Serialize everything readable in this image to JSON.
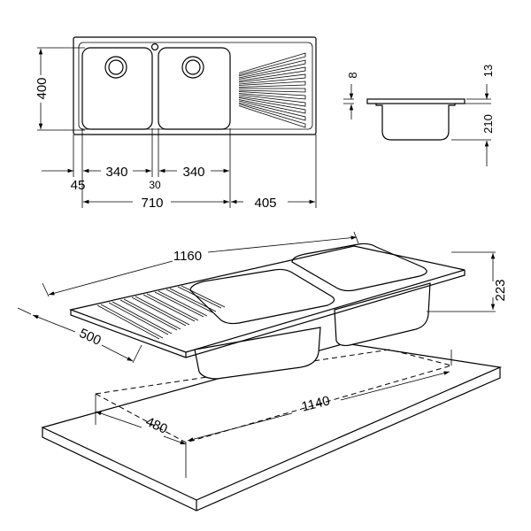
{
  "title": "Double bowl sink with drainer - dimensions",
  "top_view": {
    "width_400": "400",
    "gap_45": "45",
    "bowl1_340": "340",
    "divider_30": "30",
    "bowl2_340": "340",
    "bowls_710": "710",
    "drainer_405": "405"
  },
  "side_view": {
    "rim_8": "8",
    "flange_13": "13",
    "depth_210": "210"
  },
  "iso_view": {
    "length_1160": "1160",
    "height_223": "223",
    "depth_500": "500",
    "cutout_depth_480": "480",
    "cutout_length_1140": "1140"
  }
}
